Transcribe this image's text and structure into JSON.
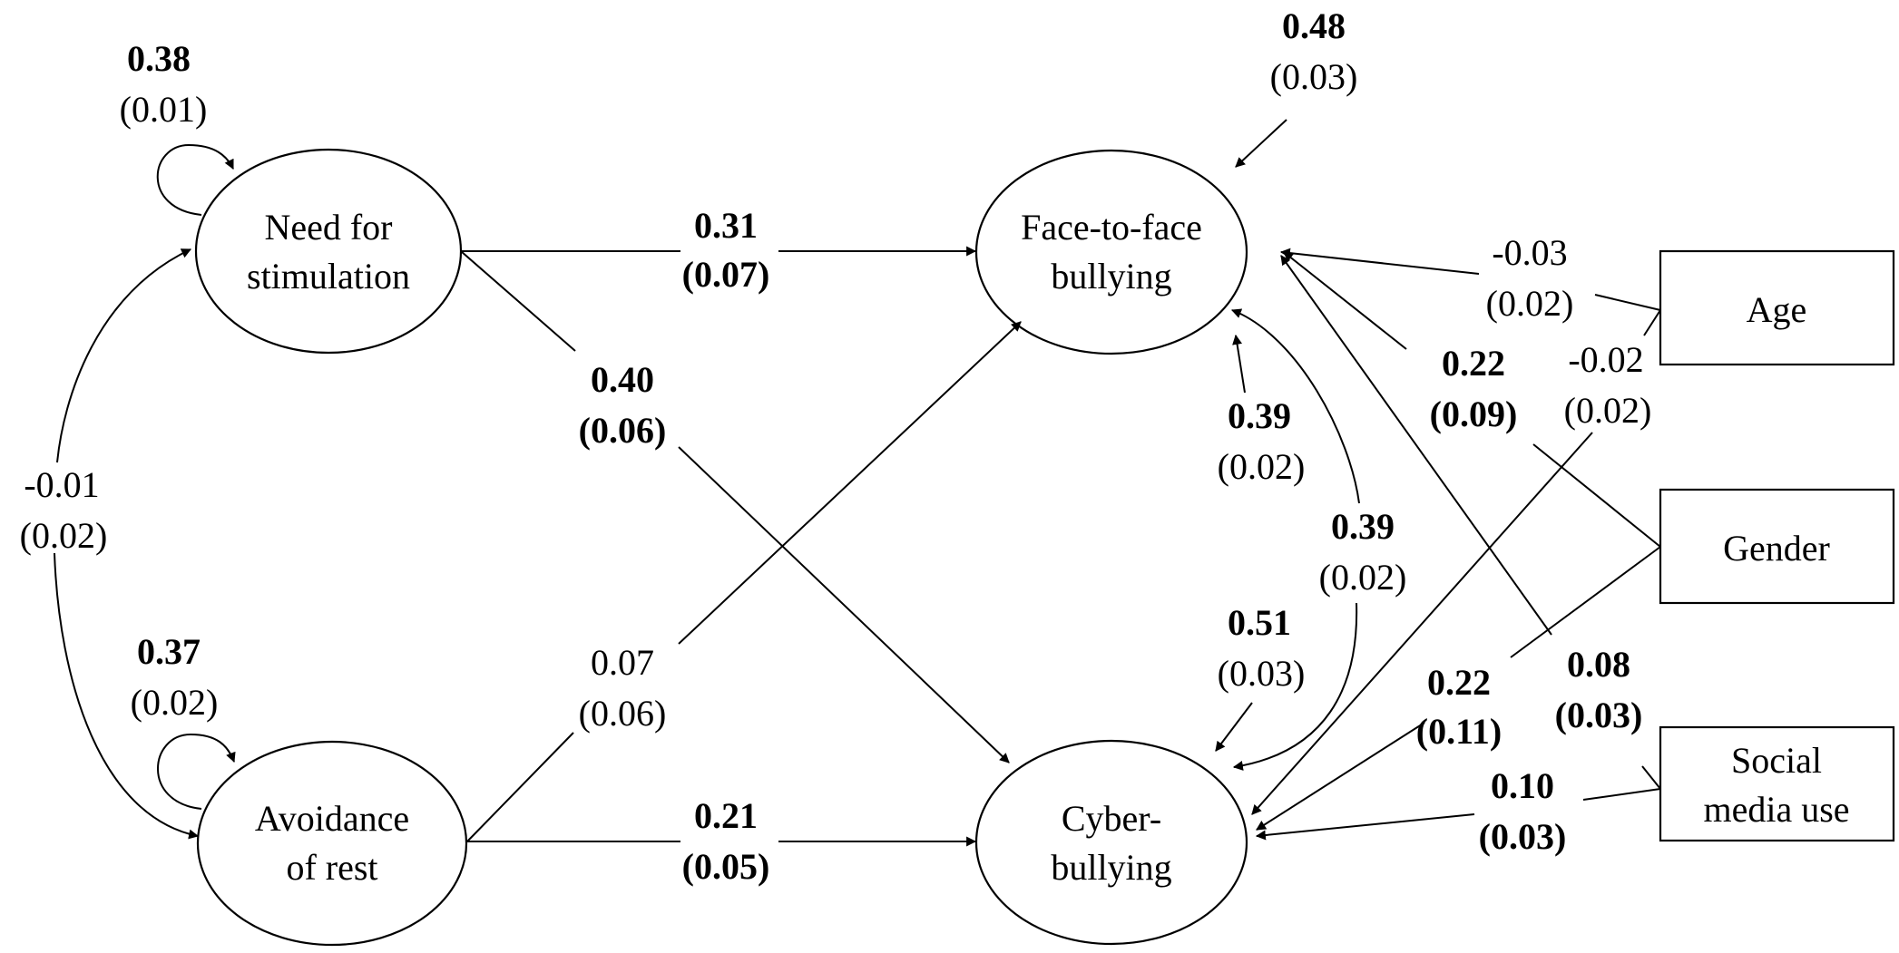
{
  "nodes": {
    "need_for_stimulation": {
      "line1": "Need for",
      "line2": "stimulation"
    },
    "avoidance_of_rest": {
      "line1": "Avoidance",
      "line2": "of rest"
    },
    "face_to_face_bullying": {
      "line1": "Face-to-face",
      "line2": "bullying"
    },
    "cyberbullying": {
      "line1": "Cyber-",
      "line2": "bullying"
    },
    "age": {
      "label": "Age"
    },
    "gender": {
      "label": "Gender"
    },
    "social_media_use": {
      "line1": "Social",
      "line2": "media use"
    }
  },
  "estimates": {
    "ffb_residual": {
      "coef": "0.48",
      "se": "(0.03)"
    },
    "nfs_variance": {
      "coef": "0.38",
      "se": "(0.01)"
    },
    "aor_variance": {
      "coef": "0.37",
      "se": "(0.02)"
    },
    "nfs_aor_covariance": {
      "coef": "-0.01",
      "se": "(0.02)"
    },
    "nfs_to_ffb": {
      "coef": "0.31",
      "se": "(0.07)"
    },
    "nfs_to_cyb": {
      "coef": "0.40",
      "se": "(0.06)"
    },
    "aor_to_ffb": {
      "coef": "0.07",
      "se": "(0.06)"
    },
    "aor_to_cyb": {
      "coef": "0.21",
      "se": "(0.05)"
    },
    "age_to_ffb": {
      "coef": "-0.03",
      "se": "(0.02)"
    },
    "age_to_cyb": {
      "coef": "-0.02",
      "se": "(0.02)"
    },
    "gender_to_ffb": {
      "coef": "0.22",
      "se": "(0.09)"
    },
    "gender_to_cyb": {
      "coef": "0.22",
      "se": "(0.11)"
    },
    "smu_to_ffb": {
      "coef": "0.08",
      "se": "(0.03)"
    },
    "smu_to_cyb": {
      "coef": "0.10",
      "se": "(0.03)"
    },
    "ffb_inner_residual": {
      "coef": "0.39",
      "se": "(0.02)"
    },
    "cyb_residual": {
      "coef": "0.51",
      "se": "(0.03)"
    },
    "ffb_cyb_covariance": {
      "coef": "0.39",
      "se": "(0.02)"
    }
  }
}
